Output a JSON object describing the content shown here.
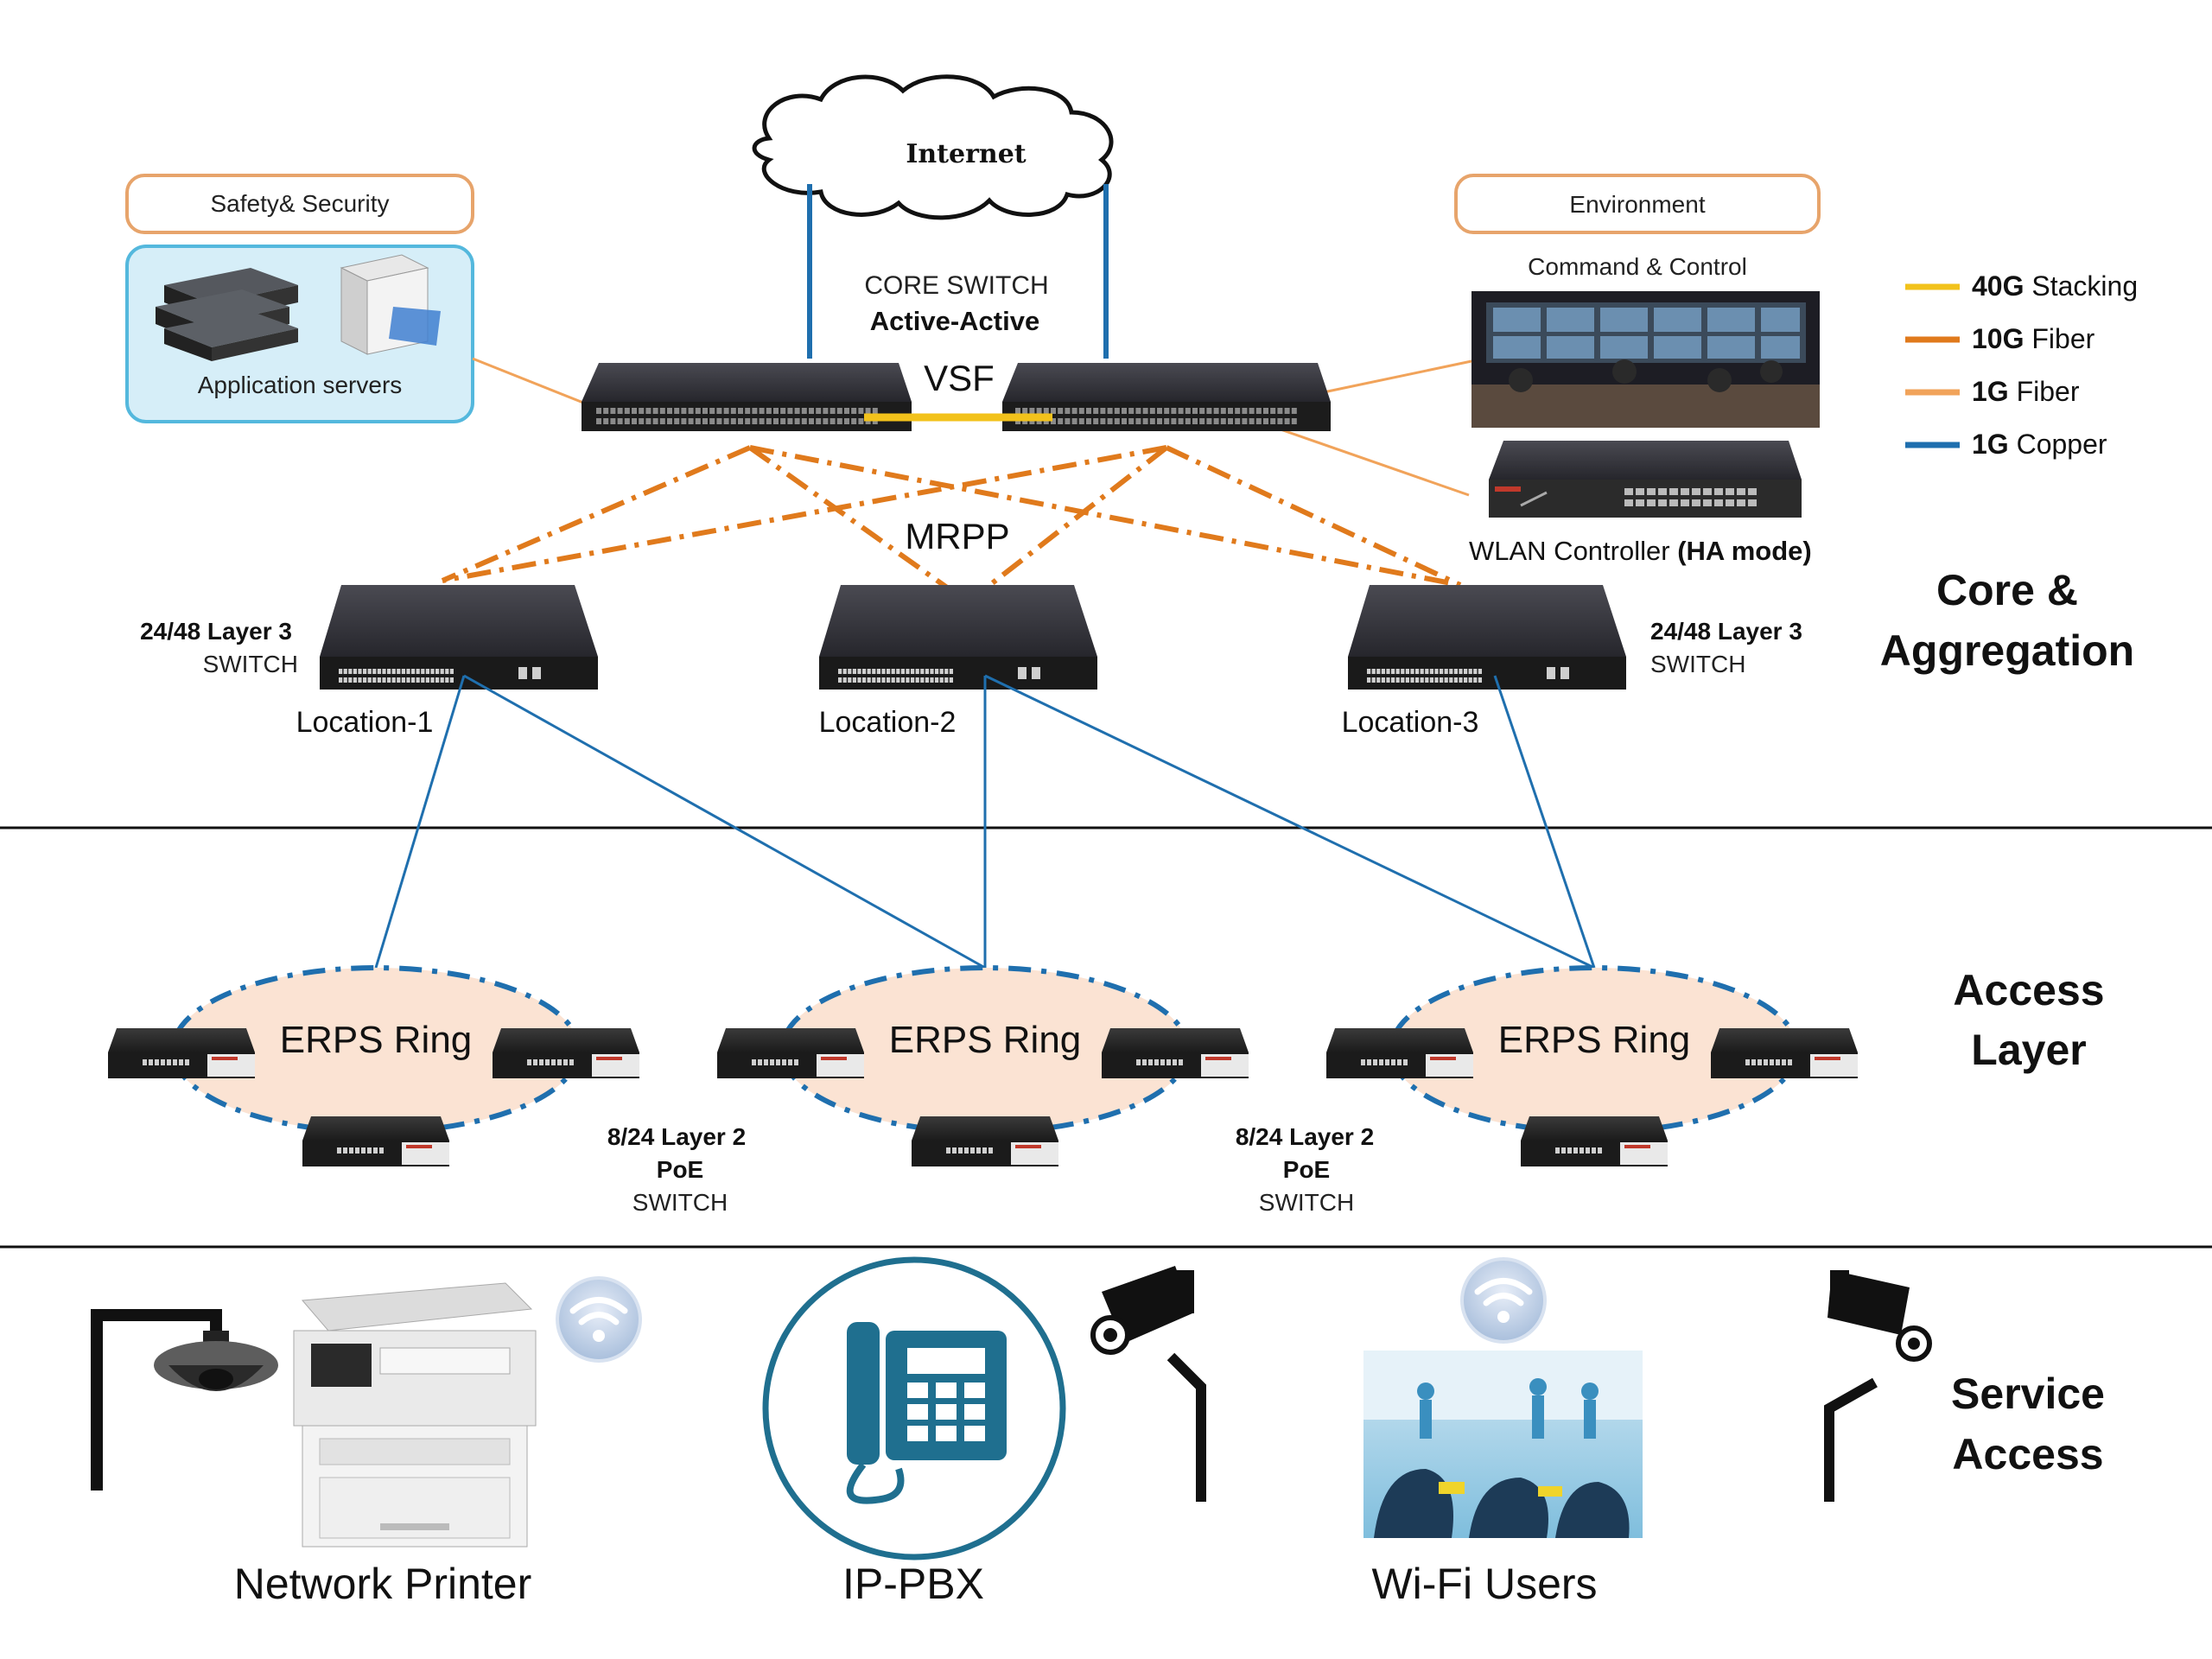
{
  "internet": {
    "label": "Internet"
  },
  "safety": {
    "title": "Safety& Security",
    "servers_label": "Application servers"
  },
  "environment": {
    "title": "Environment",
    "command_label": "Command & Control"
  },
  "core": {
    "line1": "CORE SWITCH",
    "line2": "Active-Active",
    "vsf": "VSF",
    "mrpp": "MRPP"
  },
  "wlan": {
    "label_plain": "WLAN Controller ",
    "label_bold": "(HA mode)"
  },
  "legend": [
    {
      "bold": "40G",
      "text": "Stacking",
      "color": "#f2c21b"
    },
    {
      "bold": "10G",
      "text": "Fiber",
      "color": "#e07a1c"
    },
    {
      "bold": "1G",
      "text": "Fiber",
      "color": "#f1a35a"
    },
    {
      "bold": "1G",
      "text": "Copper",
      "color": "#1f6fae"
    }
  ],
  "layers": {
    "core_line1": "Core &",
    "core_line2": "Aggregation",
    "access_line1": "Access",
    "access_line2": "Layer",
    "service_line1": "Service",
    "service_line2": "Access"
  },
  "l3_switch": {
    "line1": "24/48 Layer 3",
    "line2": "SWITCH"
  },
  "locations": [
    "Location-1",
    "Location-2",
    "Location-3"
  ],
  "rings": [
    "ERPS Ring",
    "ERPS Ring",
    "ERPS Ring"
  ],
  "l2_switch": {
    "line1": "8/24 Layer 2",
    "line2": "PoE",
    "line3": "SWITCH"
  },
  "services": {
    "printer": "Network Printer",
    "pbx": "IP-PBX",
    "wifi": "Wi-Fi Users"
  },
  "colors": {
    "copper": "#1f6fae",
    "fiber10g": "#e07a1c",
    "fiber1g": "#f1a35a",
    "stacking": "#f2c21b"
  }
}
